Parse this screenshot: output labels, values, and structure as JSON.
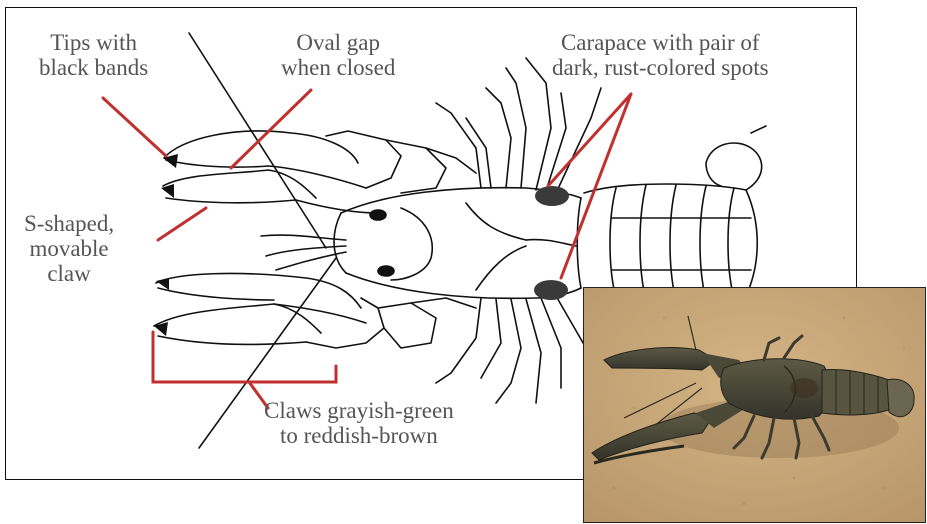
{
  "diagram": {
    "labels": {
      "tips": "Tips with\nblack bands",
      "oval_gap": "Oval gap\nwhen closed",
      "carapace": "Carapace with pair of\ndark, rust-colored spots",
      "s_shaped": "S-shaped,\nmovable\nclaw",
      "claws_color": "Claws grayish-green\nto reddish-brown"
    },
    "colors": {
      "leader_line": "#c0302e",
      "ink": "#111111",
      "label_text": "#555555"
    }
  },
  "photo": {
    "colors": {
      "sand": "#c9a876",
      "crayfish_body": "#4a4a34"
    }
  }
}
